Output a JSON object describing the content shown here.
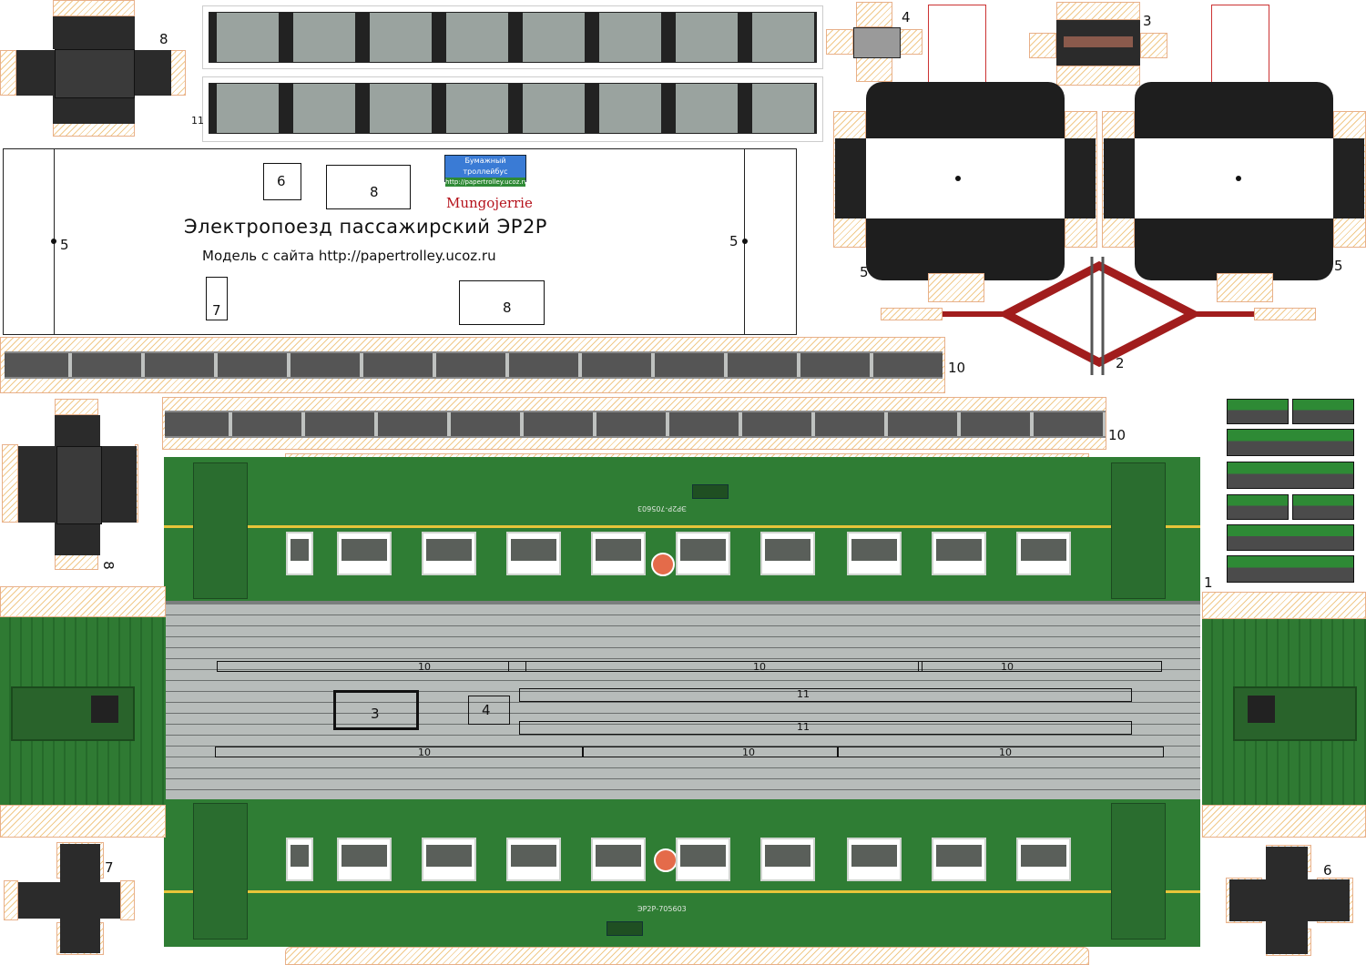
{
  "title": "Электропоезд пассажирский  ЭР2Р",
  "subtitle": "Модель с сайта  http://papertrolley.ucoz.ru",
  "logo": {
    "badge_line1": "Бумажный троллейбус",
    "badge_line2": "http://papertrolley.ucoz.ru",
    "brand": "Mungojerrie"
  },
  "part_numbers": {
    "p8_top": "8",
    "p11": "11",
    "p4": "4",
    "p3": "3",
    "p6_box": "6",
    "p8_box_top": "8",
    "p5_left": "5",
    "p5_right": "5",
    "p7_box": "7",
    "p8_box_bottom": "8",
    "p10_a": "10",
    "p10_b": "10",
    "p5_bogie_left": "5",
    "p5_bogie_right": "5",
    "p2": "2",
    "p8_side": "8",
    "p1": "1",
    "p7_bottom": "7",
    "p6_bottom": "6"
  },
  "roof_labels": {
    "r10": "10",
    "r11": "11",
    "r3": "3",
    "r4": "4"
  },
  "car_number_top": "ЭР2Р-705603",
  "car_number_bottom": "ЭР2Р-705603",
  "colors": {
    "car_green": "#2f7d34",
    "stripe_yellow": "#e7c53a",
    "roof_grey": "#b7bcba",
    "hatch": "#f0c98a",
    "arm_red": "#a11d1d"
  }
}
